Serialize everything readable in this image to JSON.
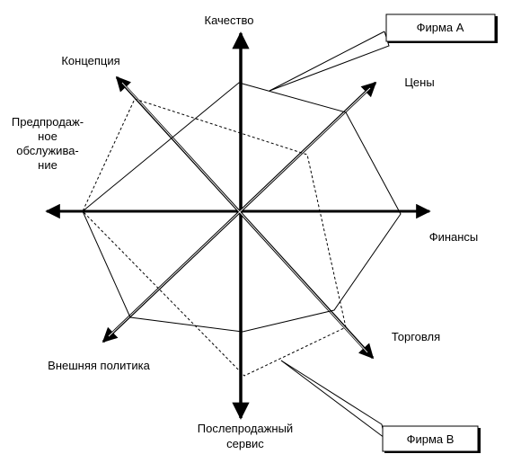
{
  "axes": {
    "quality": "Качество",
    "prices": "Цены",
    "finance": "Финансы",
    "trade": "Торговля",
    "after_sales": [
      "Послепродажный",
      "сервис"
    ],
    "external_policy": "Внешняя политика",
    "pre_sales": [
      "Предпродаж-",
      "ное",
      "обслужива-",
      "ние"
    ],
    "concept": "Концепция"
  },
  "legend": {
    "firm_a": "Фирма А",
    "firm_b": "Фирма В"
  },
  "colors": {
    "ink": "#000000",
    "background": "#ffffff"
  }
}
